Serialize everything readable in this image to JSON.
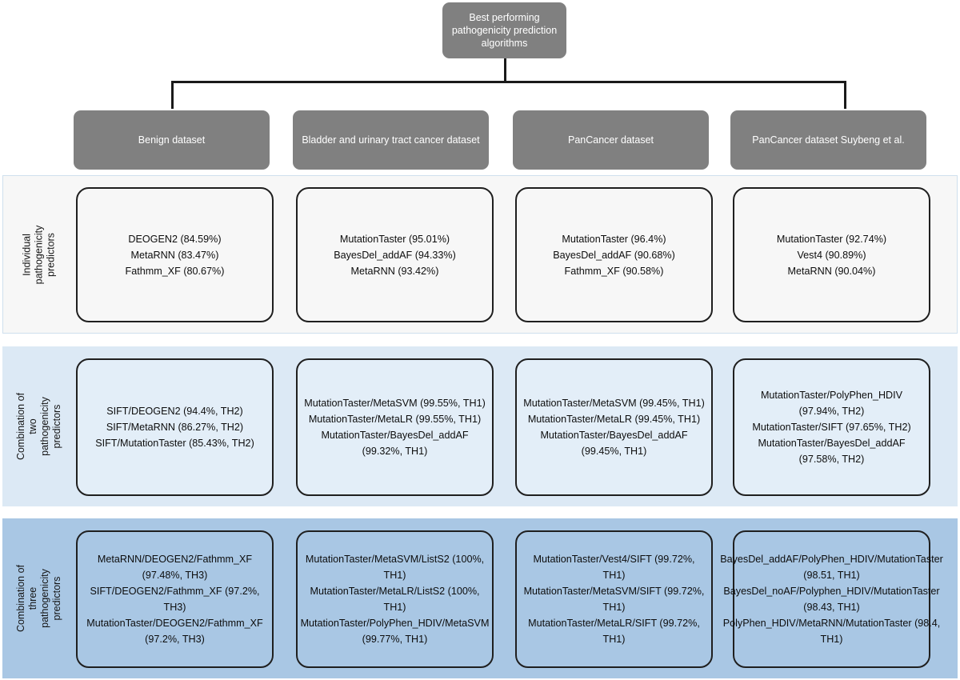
{
  "figure": {
    "root_title": "Best performing pathogenicity prediction algorithms",
    "datasets": [
      "Benign dataset",
      "Bladder and urinary tract cancer dataset",
      "PanCancer dataset",
      "PanCancer dataset Suybeng et al."
    ],
    "rows": [
      {
        "label": "Individual pathogenicity predictors",
        "cells": [
          "DEOGEN2 (84.59%)\nMetaRNN (83.47%)\nFathmm_XF (80.67%)",
          "MutationTaster (95.01%)\nBayesDel_addAF (94.33%)\nMetaRNN (93.42%)",
          "MutationTaster (96.4%)\nBayesDel_addAF (90.68%)\nFathmm_XF (90.58%)",
          "MutationTaster (92.74%)\nVest4 (90.89%)\nMetaRNN (90.04%)"
        ]
      },
      {
        "label": "Combination of two pathogenicity predictors",
        "cells": [
          "SIFT/DEOGEN2 (94.4%, TH2)\nSIFT/MetaRNN (86.27%, TH2)\nSIFT/MutationTaster (85.43%, TH2)",
          "MutationTaster/MetaSVM (99.55%, TH1)\nMutationTaster/MetaLR (99.55%, TH1)\nMutationTaster/BayesDel_addAF (99.32%, TH1)",
          "MutationTaster/MetaSVM (99.45%, TH1)\nMutationTaster/MetaLR (99.45%, TH1)\nMutationTaster/BayesDel_addAF (99.45%, TH1)",
          "MutationTaster/PolyPhen_HDIV (97.94%, TH2)\nMutationTaster/SIFT (97.65%, TH2)\nMutationTaster/BayesDel_addAF (97.58%, TH2)"
        ]
      },
      {
        "label": "Combination of three pathogenicity predictors",
        "cells": [
          "MetaRNN/DEOGEN2/Fathmm_XF (97.48%, TH3)\nSIFT/DEOGEN2/Fathmm_XF (97.2%, TH3)\nMutationTaster/DEOGEN2/Fathmm_XF (97.2%, TH3)",
          "MutationTaster/MetaSVM/ListS2 (100%, TH1)\nMutationTaster/MetaLR/ListS2 (100%, TH1)\nMutationTaster/PolyPhen_HDIV/MetaSVM (99.77%, TH1)",
          "MutationTaster/Vest4/SIFT (99.72%, TH1)\nMutationTaster/MetaSVM/SIFT (99.72%, TH1)\nMutationTaster/MetaLR/SIFT (99.72%, TH1)",
          "BayesDel_addAF/PolyPhen_HDIV/MutationTaster (98.51, TH1)\nBayesDel_noAF/Polyphen_HDIV/MutationTaster (98.43, TH1)\nPolyPhen_HDIV/MetaRNN/MutationTaster (98.4, TH1)"
        ]
      }
    ],
    "colors": {
      "header_gray": "#808080",
      "band_individual": "#f7f7f7",
      "band_two": "#dce9f5",
      "band_three": "#a9c7e4",
      "card_two": "#e3eef8",
      "connector": "#1a1a1a",
      "card_border": "#1f1f1f"
    }
  }
}
